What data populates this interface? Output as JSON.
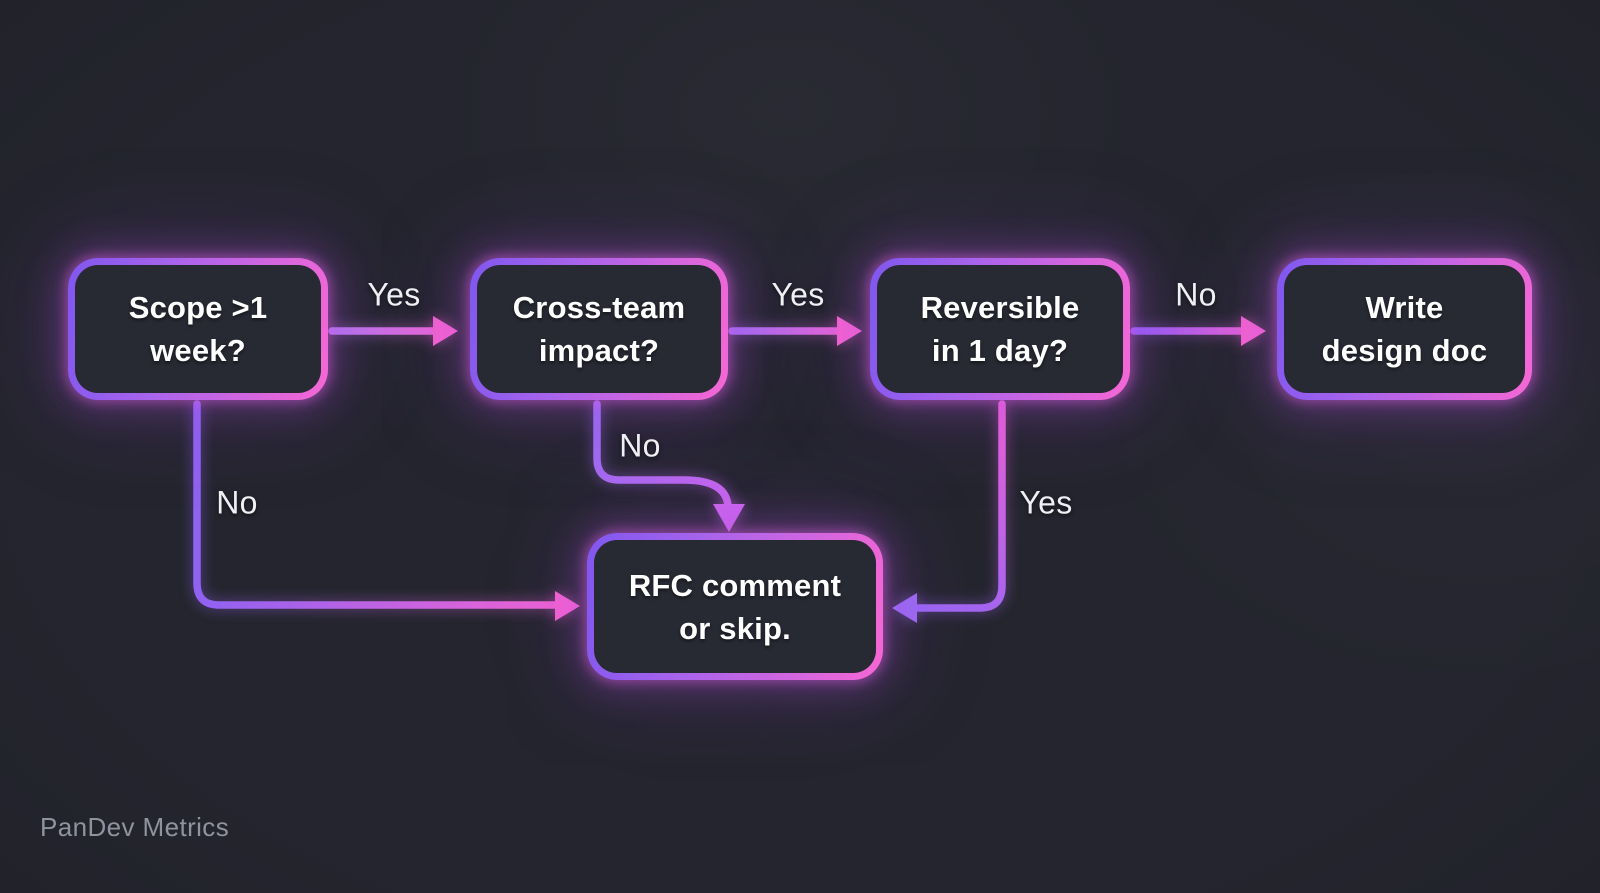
{
  "watermark": "PanDev Metrics",
  "colors": {
    "background": "#22232b",
    "node_fill": "#272933",
    "border_gradient_start_purple": "#8057ef",
    "border_gradient_end_pink": "#f667d4",
    "edge_pink": "#f564d2",
    "edge_purple": "#9b6bf3",
    "edge_violet": "#cd66ee",
    "node_text": "#ffffff",
    "edge_label_text": "#eef0f4",
    "watermark_text": "#8e939d"
  },
  "diagram": {
    "type": "flowchart",
    "nodes": [
      {
        "id": "scope",
        "lines": [
          "Scope >1",
          "week?"
        ]
      },
      {
        "id": "cross-team",
        "lines": [
          "Cross-team",
          "impact?"
        ]
      },
      {
        "id": "reversible",
        "lines": [
          "Reversible",
          "in 1 day?"
        ]
      },
      {
        "id": "write-doc",
        "lines": [
          "Write",
          "design doc"
        ]
      },
      {
        "id": "rfc",
        "lines": [
          "RFC comment",
          "or skip."
        ]
      }
    ],
    "edges": [
      {
        "from": "scope",
        "to": "cross-team",
        "label": "Yes"
      },
      {
        "from": "cross-team",
        "to": "reversible",
        "label": "Yes"
      },
      {
        "from": "reversible",
        "to": "write-doc",
        "label": "No"
      },
      {
        "from": "scope",
        "to": "rfc",
        "label": "No"
      },
      {
        "from": "cross-team",
        "to": "rfc",
        "label": "No"
      },
      {
        "from": "reversible",
        "to": "rfc",
        "label": "Yes"
      }
    ]
  }
}
